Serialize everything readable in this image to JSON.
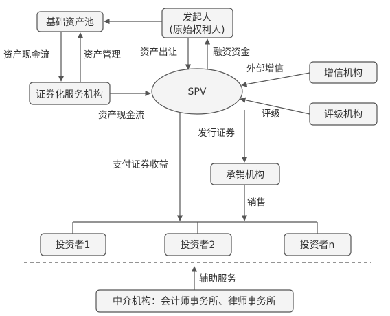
{
  "nodes": {
    "asset_pool": "基础资产池",
    "originator_line1": "发起人",
    "originator_line2": "(原始权利人)",
    "servicer": "证券化服务机构",
    "spv": "SPV",
    "credit_enhancer": "增信机构",
    "rating_agency": "评级机构",
    "underwriter": "承销机构",
    "investor1": "投资者1",
    "investor2": "投资者2",
    "investorn": "投资者n",
    "intermediary": "中介机构：会计师事务所、律师事务所"
  },
  "edge_labels": {
    "cash_flow_left": "资产现金流",
    "asset_management": "资产管理",
    "asset_transfer": "资产出让",
    "financing_funds": "融资资金",
    "external_enhancement": "外部增信",
    "rating": "评级",
    "cash_flow_bottom": "资产现金流",
    "issue_securities": "发行证券",
    "pay_returns": "支付证券收益",
    "sales": "销售",
    "auxiliary_services": "辅助服务"
  },
  "colors": {
    "box_fill": "#f4f4f4",
    "stroke": "#555555",
    "text": "#333333"
  }
}
